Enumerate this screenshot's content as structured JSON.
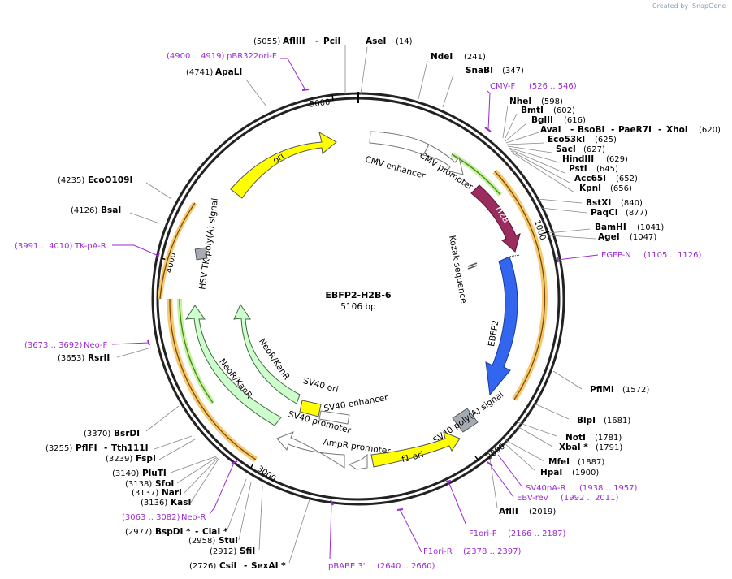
{
  "brand": {
    "created_by": "Created by",
    "name": "SnapGene"
  },
  "plasmid": {
    "name": "EBFP2-H2B-6",
    "length": "5106 bp"
  },
  "ticks": [
    "1000",
    "2000",
    "3000",
    "4000",
    "5000"
  ],
  "features": {
    "ori": "ori",
    "cmv_enhancer": "CMV enhancer",
    "cmv_promoter": "CMV promoter",
    "h2b": "H2B",
    "kozak": "Kozak sequence",
    "ebfp2": "EBFP2",
    "sv40_polya": "SV40 poly(A) signal",
    "f1_ori": "f1 ori",
    "ampr_promoter": "AmpR promoter",
    "sv40_promoter": "SV40 promoter",
    "sv40_enhancer": "SV40 enhancer",
    "sv40_ori": "SV40 ori",
    "neor_inner": "NeoR/KanR",
    "neor_outer": "NeoR/KanR",
    "hsv_tk": "HSV TK poly(A) signal"
  },
  "enzymes": [
    {
      "name": "AflIII",
      "sep": "-",
      "name2": "PciI",
      "pos": "(5055)"
    },
    {
      "name": "AseI",
      "pos": "(14)"
    },
    {
      "name": "NdeI",
      "pos": "(241)"
    },
    {
      "name": "SnaBI",
      "pos": "(347)"
    },
    {
      "name": "NheI",
      "pos": "(598)"
    },
    {
      "name": "BmtI",
      "pos": "(602)"
    },
    {
      "name": "BglII",
      "pos": "(616)"
    },
    {
      "name": "AvaI",
      "sep": "-",
      "name2": "BsoBI",
      "name3": "PaeR7I",
      "name4": "XhoI",
      "pos": "(620)"
    },
    {
      "name": "Eco53kI",
      "pos": "(625)"
    },
    {
      "name": "SacI",
      "pos": "(627)"
    },
    {
      "name": "HindIII",
      "pos": "(629)"
    },
    {
      "name": "PstI",
      "pos": "(645)"
    },
    {
      "name": "Acc65I",
      "pos": "(652)"
    },
    {
      "name": "KpnI",
      "pos": "(656)"
    },
    {
      "name": "BstXI",
      "pos": "(840)"
    },
    {
      "name": "PaqCI",
      "pos": "(877)"
    },
    {
      "name": "BamHI",
      "pos": "(1041)"
    },
    {
      "name": "AgeI",
      "pos": "(1047)"
    },
    {
      "name": "PflMI",
      "pos": "(1572)"
    },
    {
      "name": "BlpI",
      "pos": "(1681)"
    },
    {
      "name": "NotI",
      "pos": "(1781)"
    },
    {
      "name": "XbaI *",
      "pos": "(1791)"
    },
    {
      "name": "MfeI",
      "pos": "(1887)"
    },
    {
      "name": "HpaI",
      "pos": "(1900)"
    },
    {
      "name": "AflII",
      "pos": "(2019)"
    },
    {
      "name": "ApaLI",
      "pos": "(4741)"
    },
    {
      "name": "EcoO109I",
      "pos": "(4235)"
    },
    {
      "name": "BsaI",
      "pos": "(4126)"
    },
    {
      "name": "RsrII",
      "pos": "(3653)"
    },
    {
      "name": "BsrDI",
      "pos": "(3370)"
    },
    {
      "name": "PflFI",
      "sep": "-",
      "name2": "Tth111I",
      "pos": "(3255)"
    },
    {
      "name": "FspI",
      "pos": "(3239)"
    },
    {
      "name": "PluTI",
      "pos": "(3140)"
    },
    {
      "name": "SfoI",
      "pos": "(3138)"
    },
    {
      "name": "NarI",
      "pos": "(3137)"
    },
    {
      "name": "KasI",
      "pos": "(3136)"
    },
    {
      "name": "BspDI *",
      "sep": "-",
      "name2": "ClaI *",
      "pos": "(2977)"
    },
    {
      "name": "StuI",
      "pos": "(2958)"
    },
    {
      "name": "SfiI",
      "pos": "(2912)"
    },
    {
      "name": "CsiI",
      "sep": "-",
      "name2": "SexAI *",
      "pos": "(2726)"
    }
  ],
  "primers": [
    {
      "name": "pBR322ori-F",
      "range": "(4900 .. 4919)"
    },
    {
      "name": "CMV-F",
      "range": "(526 .. 546)"
    },
    {
      "name": "EGFP-N",
      "range": "(1105 .. 1126)"
    },
    {
      "name": "TK-pA-R",
      "range": "(3991 .. 4010)"
    },
    {
      "name": "Neo-F",
      "range": "(3673 .. 3692)"
    },
    {
      "name": "SV40pA-R",
      "range": "(1938 .. 1957)"
    },
    {
      "name": "EBV-rev",
      "range": "(1992 .. 2011)"
    },
    {
      "name": "F1ori-F",
      "range": "(2166 .. 2187)"
    },
    {
      "name": "F1ori-R",
      "range": "(2378 .. 2397)"
    },
    {
      "name": "pBABE 3'",
      "range": "(2640 .. 2660)"
    },
    {
      "name": "Neo-R",
      "range": "(3063 .. 3082)"
    }
  ],
  "colors": {
    "ori": "#ffff00",
    "h2b": "#9b2c5e",
    "ebfp2": "#3366ee",
    "neor": "#ccffcc",
    "f1ori": "#ffff00",
    "polya": "#a4abb2",
    "primer": "#9b2bd6",
    "orf_orange": "#f5b74a",
    "orf_green": "#55bb22"
  }
}
